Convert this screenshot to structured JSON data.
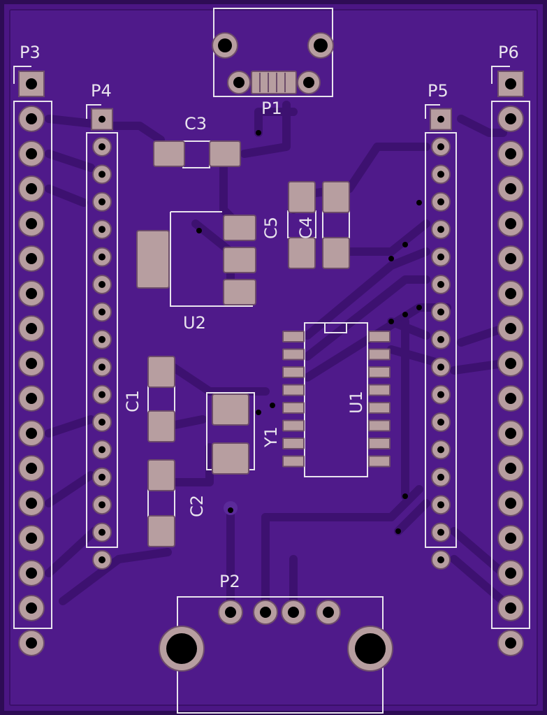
{
  "colors": {
    "board": "#4b1684",
    "board_edge": "#3a0f6a",
    "copper": "#5b2a9a",
    "trace": "#3d1170",
    "pad": "#b79ea0",
    "pad_edge": "#6d4d6a",
    "silk": "#e9e4ee",
    "drill": "#000000"
  },
  "labels": {
    "P1": "P1",
    "P2": "P2",
    "P3": "P3",
    "P4": "P4",
    "P5": "P5",
    "P6": "P6",
    "U1": "U1",
    "U2": "U2",
    "C1": "C1",
    "C2": "C2",
    "C3": "C3",
    "C4": "C4",
    "C5": "C5",
    "Y1": "Y1"
  },
  "headers": {
    "P3": {
      "pins": 16
    },
    "P4": {
      "pins": 16
    },
    "P5": {
      "pins": 16
    },
    "P6": {
      "pins": 16
    }
  },
  "ic_U1": {
    "pins_per_side": 8
  }
}
